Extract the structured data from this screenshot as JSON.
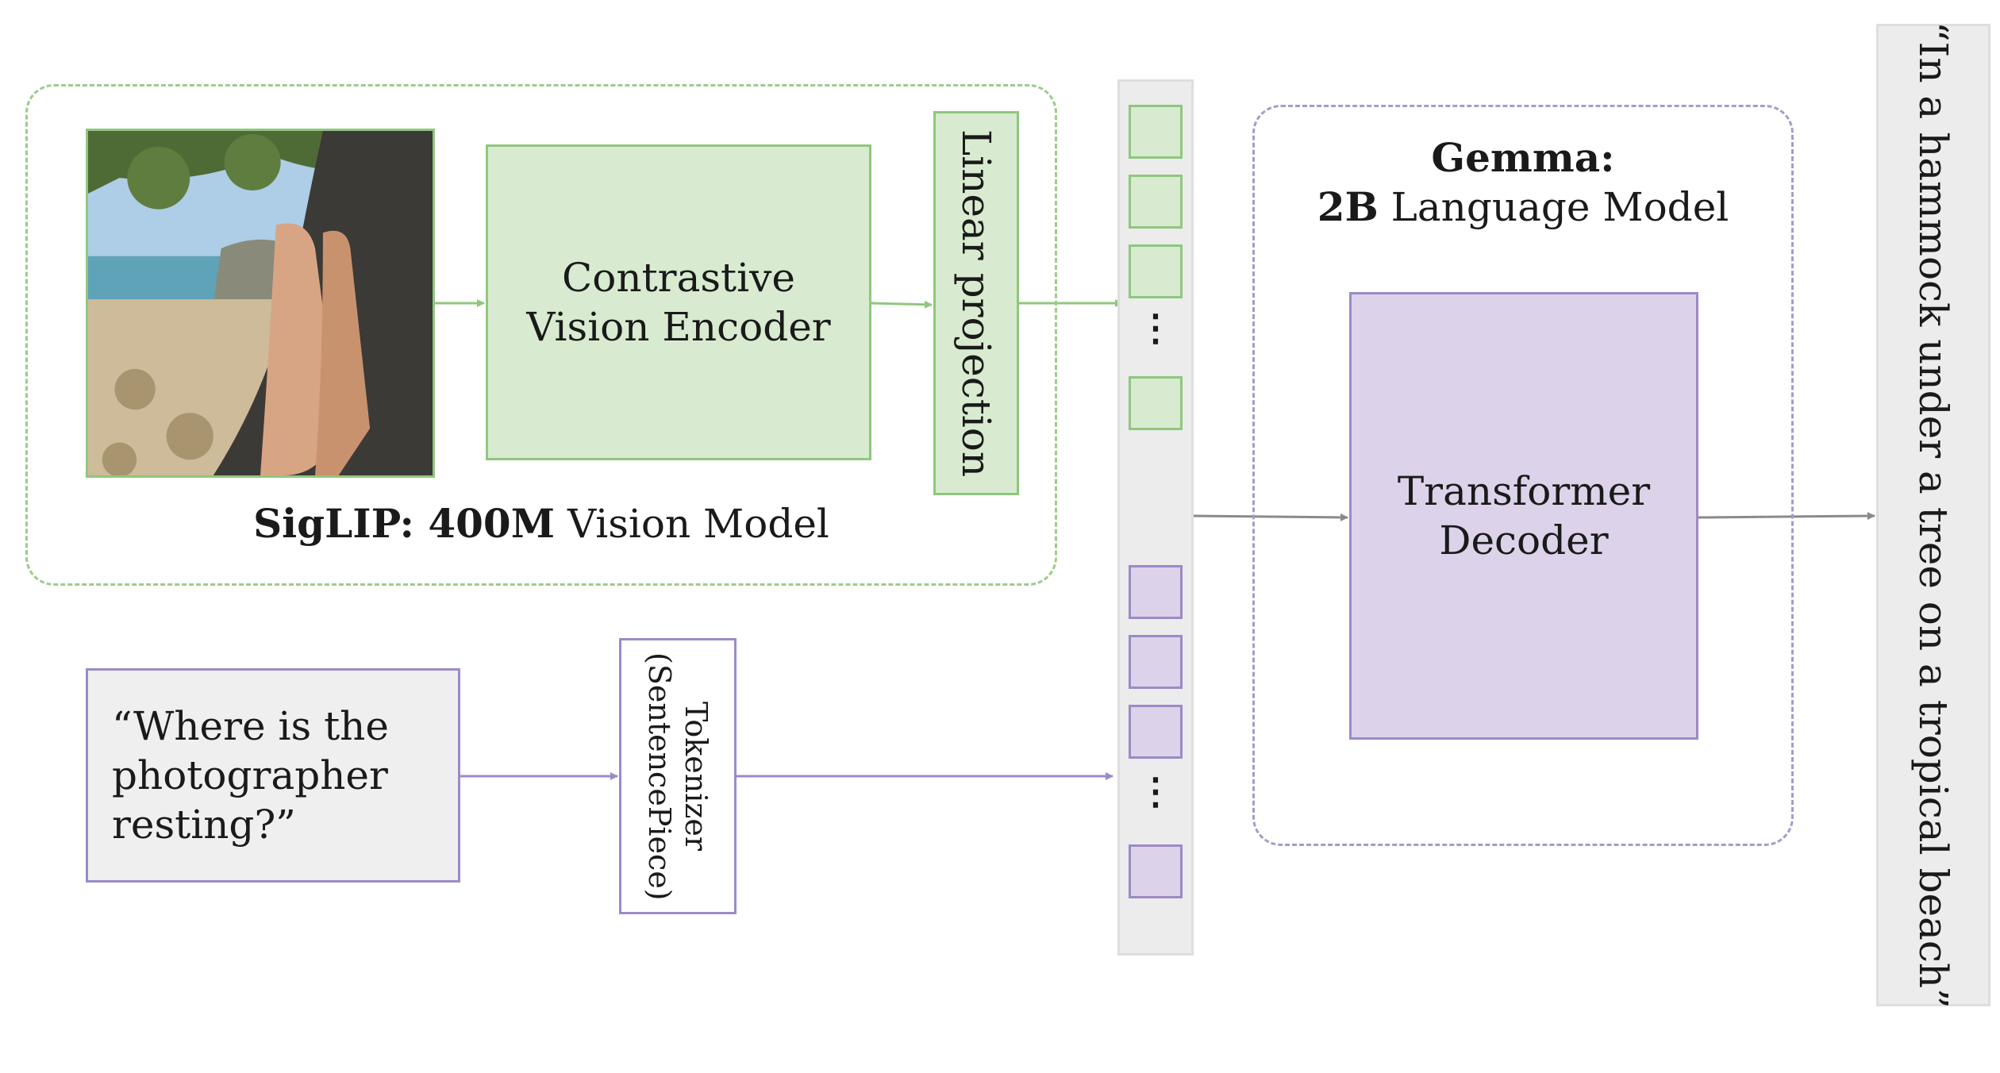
{
  "vision_model": {
    "label_bold": "SigLIP: 400M",
    "label_rest": " Vision Model",
    "encoder_line1": "Contrastive",
    "encoder_line2": "Vision Encoder",
    "linear_projection": "Linear projection"
  },
  "language_model": {
    "title_line1": "Gemma:",
    "title_bold": "2B",
    "title_rest": " Language Model",
    "decoder_line1": "Transformer",
    "decoder_line2": "Decoder"
  },
  "input_text": {
    "line1": "“Where is the",
    "line2": "photographer",
    "line3": "resting?”"
  },
  "tokenizer": {
    "line1": "Tokenizer",
    "line2": "(SentencePiece)"
  },
  "tokens": {
    "ellipsis": "⋮"
  },
  "output_text": "“In a hammock under a tree on a tropical beach”",
  "colors": {
    "vision_green": "#8fc77e",
    "vision_fill": "#d8ebd0",
    "language_purple": "#9c8ac7",
    "language_fill": "#dcd3ea",
    "connector_gray": "#8a8a8a"
  }
}
